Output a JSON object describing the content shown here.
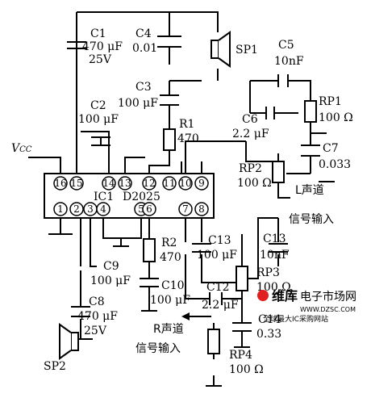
{
  "components": {
    "c1": {
      "name": "C1",
      "value": "470 μF",
      "rating": "25V"
    },
    "c4": {
      "name": "C4",
      "value": "0.01"
    },
    "sp1": {
      "name": "SP1"
    },
    "c5": {
      "name": "C5",
      "value": "10nF"
    },
    "c3": {
      "name": "C3",
      "value": "100 μF"
    },
    "c2": {
      "name": "C2",
      "value": "100 μF"
    },
    "r1": {
      "name": "R1",
      "value": "470"
    },
    "rp1": {
      "name": "RP1",
      "value": "100 Ω"
    },
    "c6": {
      "name": "C6",
      "value": "2.2 μF"
    },
    "c7": {
      "name": "C7",
      "value": "0.033"
    },
    "rp2": {
      "name": "RP2",
      "value": "100 Ω"
    },
    "ic1": {
      "name": "IC1",
      "part": "D2025"
    },
    "c9": {
      "name": "C9",
      "value": "100 μF"
    },
    "c8": {
      "name": "C8",
      "value": "470 μF",
      "rating": "25V"
    },
    "sp2": {
      "name": "SP2"
    },
    "r2": {
      "name": "R2",
      "value": "470"
    },
    "c13a": {
      "name": "C13",
      "value": "100 μF"
    },
    "c13b": {
      "name": "C13",
      "value": "10nF"
    },
    "rp3": {
      "name": "RP3",
      "value": "100 Ω"
    },
    "c10": {
      "name": "C10",
      "value": "100 μF"
    },
    "c12": {
      "name": "C12",
      "value": "2.2 μF"
    },
    "c14": {
      "name": "C14",
      "value": "0.33"
    },
    "rp4": {
      "name": "RP4",
      "value": "100 Ω"
    }
  },
  "vcc": "VCC",
  "left_input": {
    "line1": "L声道",
    "line2": "信号输入"
  },
  "right_input": {
    "line1": "R声道",
    "line2": "信号输入"
  },
  "pins_top": [
    "16",
    "15",
    "14",
    "13",
    "12",
    "11",
    "10",
    "9"
  ],
  "pins_bottom": [
    "1",
    "2",
    "3",
    "4",
    "5",
    "6",
    "7",
    "8"
  ],
  "watermark": {
    "brand": "维库",
    "title": "电子市场网",
    "url": "WWW.DZSC.COM",
    "slogan": "全球最大IC采购网站"
  },
  "colors": {
    "ink": "#000000",
    "watermark": "#e02020"
  }
}
